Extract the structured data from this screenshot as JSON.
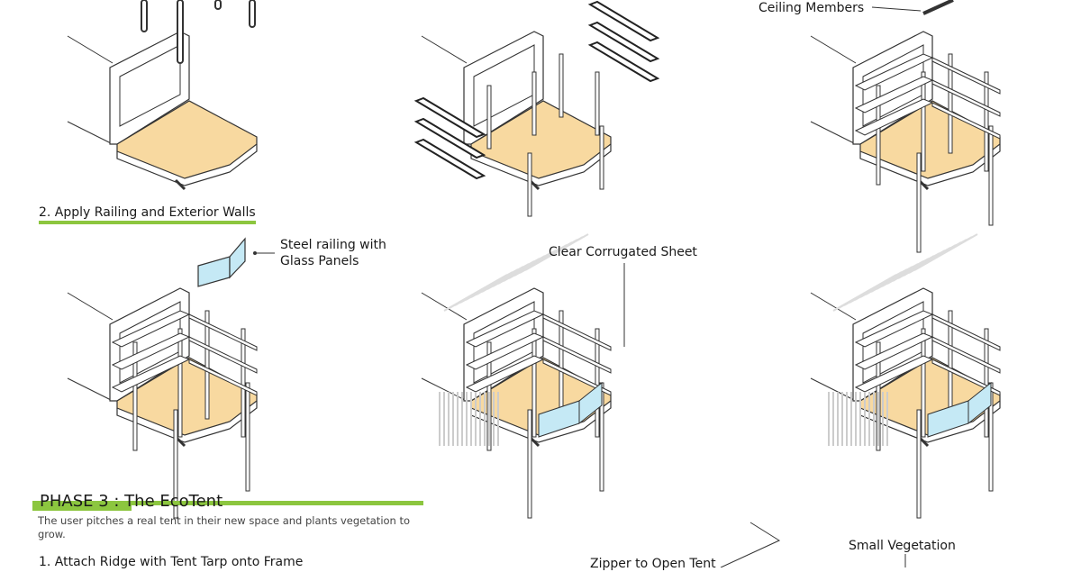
{
  "labels": {
    "ceiling_members": "Ceiling Members",
    "steel_railing": "Steel railing with\nGlass Panels",
    "clear_corrugated": "Clear Corrugated Sheet",
    "small_vegetation": "Small Vegetation",
    "zipper": "Zipper to Open Tent"
  },
  "steps": {
    "step2": "2. Apply Railing and Exterior Walls",
    "phase3_step1": "1. Attach Ridge with Tent Tarp onto Frame"
  },
  "phase3": {
    "title": "PHASE 3 : The EcoTent",
    "description": "The user pitches a real tent in their new space and plants vegetation to grow."
  },
  "colors": {
    "floor": "#f8d9a0",
    "glass": "#c5e9f5",
    "accent": "#8cc63f"
  }
}
